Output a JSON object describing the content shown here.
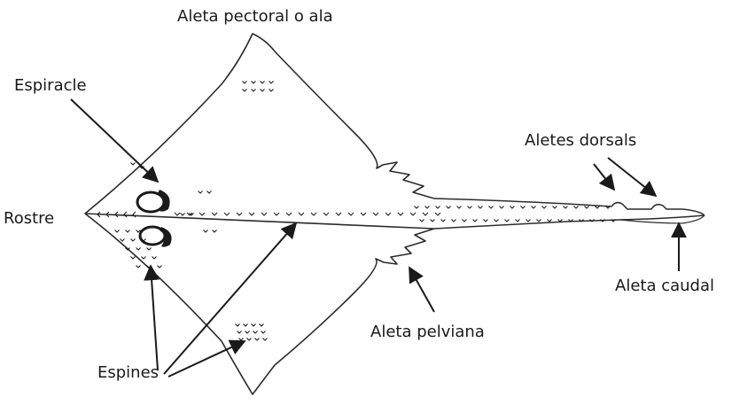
{
  "diagram": {
    "labels": {
      "pectoral_fin": "Aleta pectoral o ala",
      "spiracle": "Espiracle",
      "rostrum": "Rostre",
      "spines": "Espines",
      "dorsal_fins": "Aletes dorsals",
      "caudal_fin": "Aleta caudal",
      "pelvic_fin": "Aleta pelviana"
    },
    "colors": {
      "ink": "#1a1a1a",
      "outline": "#2b2b2b",
      "background": "#ffffff"
    }
  }
}
